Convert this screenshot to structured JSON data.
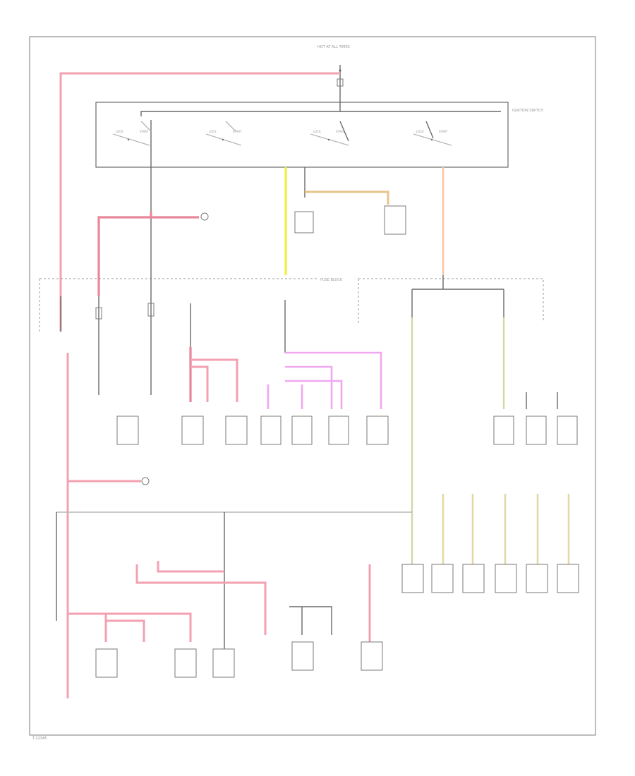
{
  "diagram": {
    "corner_code": "T-12345",
    "top_source_label": "HOT AT ALL TIMES",
    "ignition_switch_label": "IGNITION SWITCH",
    "fuse_block_label": "FUSE BLOCK",
    "colors": {
      "red": "#f3a0b0",
      "yellow": "#f2ef3a",
      "orange": "#e6c48a",
      "peach": "#f5c9a6",
      "magenta": "#f0a8f0",
      "tan": "#e3d9a8"
    }
  }
}
